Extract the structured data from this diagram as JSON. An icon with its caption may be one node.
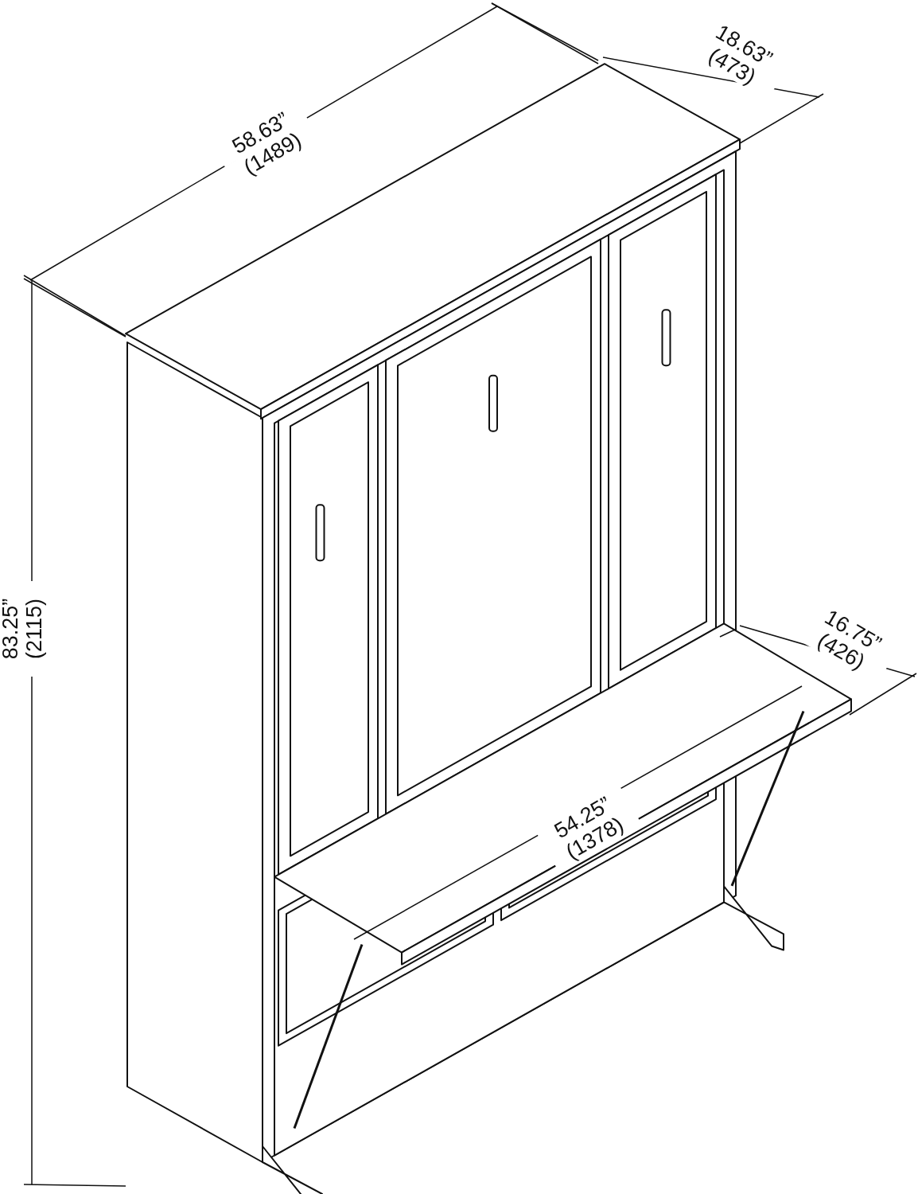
{
  "diagram": {
    "labels": [
      "58.63”",
      "(1489)",
      "18.63”",
      "(473)",
      "83.25”",
      "(2115)",
      "16.75”",
      "(426)",
      "54.25”",
      "(1378)"
    ]
  }
}
